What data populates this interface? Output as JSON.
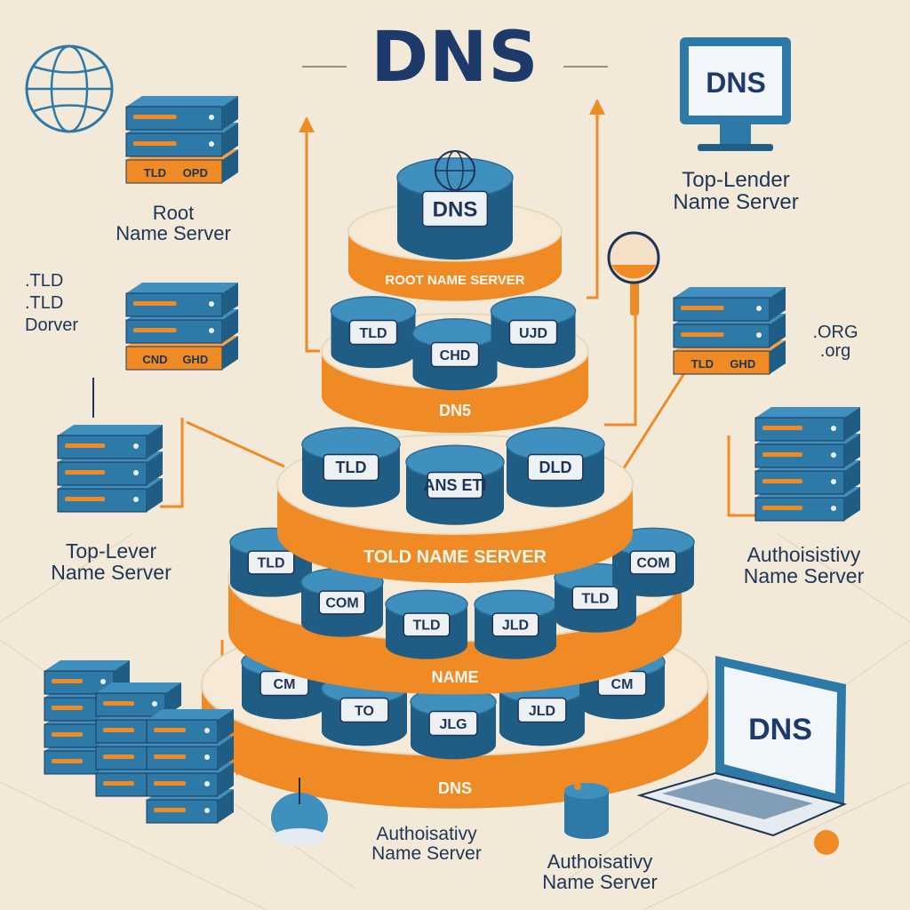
{
  "title": "DNS",
  "colors": {
    "background": "#f3e9d8",
    "server_blue": "#3f8fbf",
    "server_dark": "#1f5d84",
    "accent_orange": "#f08a24",
    "navy_text": "#1d3a6b"
  },
  "icons": [
    "globe-icon",
    "monitor-icon",
    "magnifier-icon",
    "laptop-icon"
  ],
  "labels": {
    "root_server": "Root\nName Server",
    "tld_server_left": ".TLD\n.TLD\nDorver",
    "top_level_left": "Top-Lever\nName Server",
    "top_level_right": "Top-Lender\nName Server",
    "org": ".ORG\n.org",
    "authoritative_right": "Authoisistivy\nName Server",
    "authoritative_bottom_left": "Authoisativy\nName Server",
    "authoritative_bottom_right": "Authoisativy\nName Server",
    "monitor_screen": "DNS",
    "laptop_screen": "DNS"
  },
  "pyramid": {
    "top_box": "DNS",
    "bands": [
      "ROOT NAME SERVER",
      "DN5",
      "TOLD NAME SERVER",
      "NAME",
      "DNS"
    ],
    "tier2_boxes": [
      "TLD",
      "CHD",
      "UJD"
    ],
    "tier3_boxes": [
      "TLD",
      "ANS ETI",
      "DLD"
    ],
    "tier4_boxes": [
      "TLD",
      "COM",
      "TLD",
      "JLD"
    ],
    "tier5_boxes": [
      "CM",
      "TO",
      "JLG",
      "JLD"
    ]
  },
  "server_tags": {
    "root": [
      "TLD",
      "OPD"
    ],
    "tld": [
      "CND",
      "GHD"
    ],
    "org": [
      "TLD",
      "GHD"
    ]
  }
}
